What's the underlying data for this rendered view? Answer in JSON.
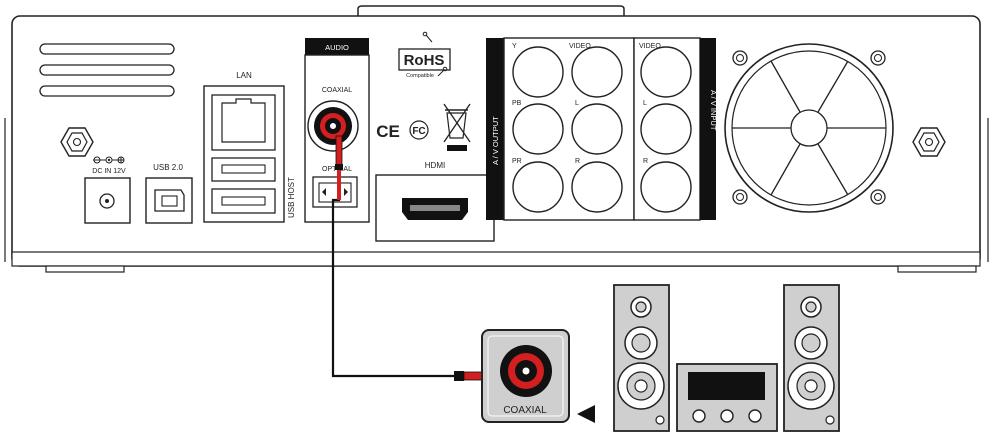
{
  "panel": {
    "lan_label": "LAN",
    "usb2_label": "USB 2.0",
    "usb_host_label": "USB HOST",
    "dc_label": "DC IN 12V",
    "audio_header": "AUDIO",
    "coaxial_label": "COAXIAL",
    "optical_label": "OPTICAL",
    "hdmi_label": "HDMI",
    "rohs_main": "RoHS",
    "rohs_sub": "Compatible",
    "ce_mark": "CE",
    "fc_mark": "FC",
    "av_output_label": "A / V OUTPUT",
    "av_input_label": "A / V INPUT",
    "av_output_labels": [
      "Y",
      "VIDEO",
      "PB",
      "L",
      "PR",
      "R"
    ],
    "av_input_labels": [
      "VIDEO",
      "L",
      "R"
    ]
  },
  "receiver": {
    "coaxial_label": "COAXIAL"
  },
  "icons": {
    "arrow": "triangle-left-icon",
    "weee": "crossed-bin-icon",
    "fan": "fan-grille-icon"
  },
  "colors": {
    "outline": "#222222",
    "cable_red": "#d31f1f",
    "black": "#111111",
    "panel_gray": "#cfcfcf"
  }
}
